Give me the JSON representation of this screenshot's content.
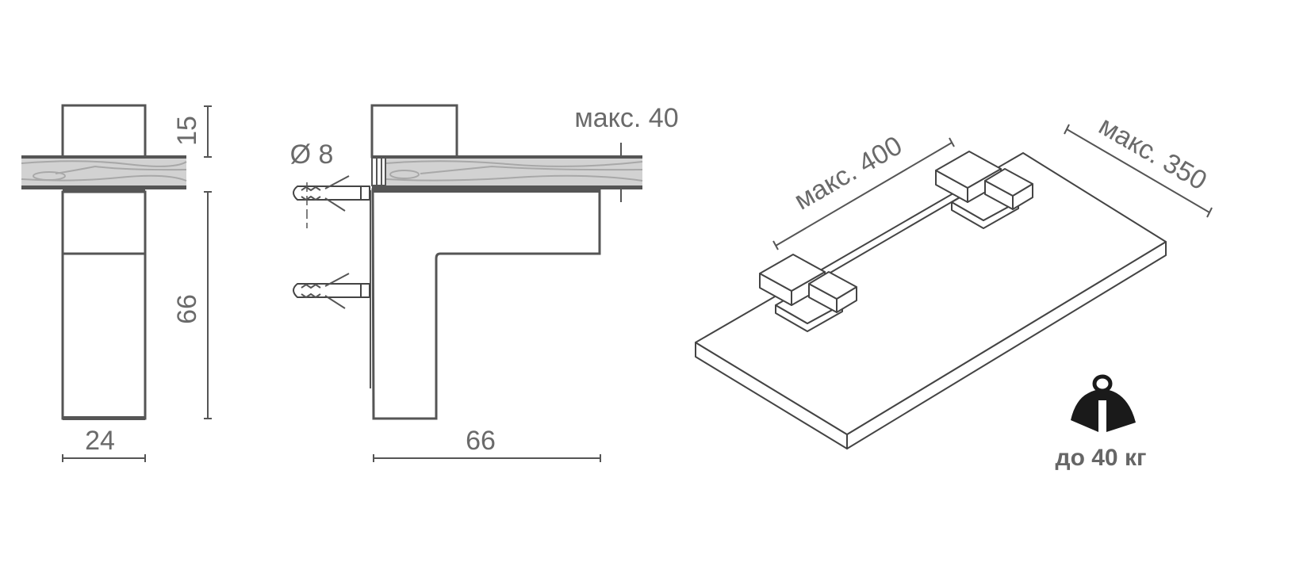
{
  "front_view": {
    "height_top": "15",
    "height_bottom": "66",
    "width": "24"
  },
  "side_view": {
    "dowel_diameter": "Ø 8",
    "shelf_thickness": "макс. 40",
    "depth": "66"
  },
  "iso_view": {
    "max_length": "макс. 400",
    "max_depth": "макс. 350"
  },
  "load": {
    "icon": "weight-icon",
    "label": "до 40 кг"
  },
  "colors": {
    "stroke": "#555555",
    "wood": "#d2d2d2",
    "text": "#6a6a6a"
  }
}
